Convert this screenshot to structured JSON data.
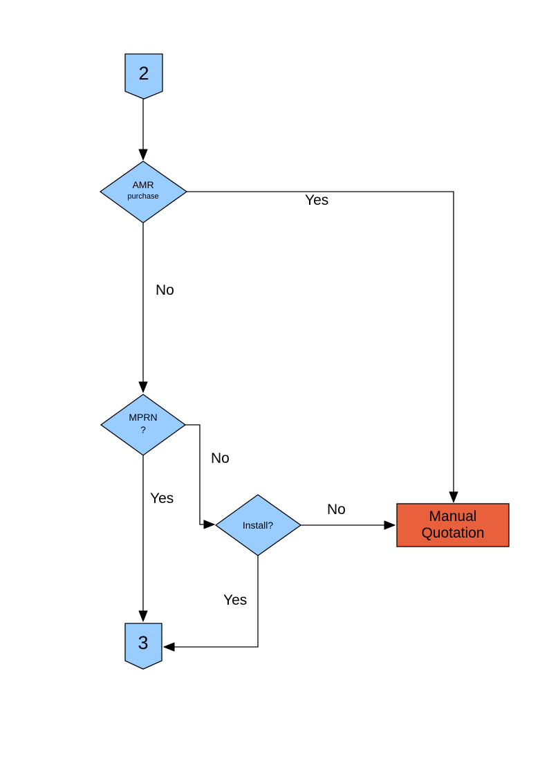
{
  "diagram": {
    "colors": {
      "background": "#FFFFFF",
      "node_fill": "#99CCFF",
      "node_stroke": "#000000",
      "manual_quotation_fill": "#E8613C",
      "connector_line": "#000000",
      "text": "#000000"
    },
    "nodes": {
      "connector_2": {
        "label": "2"
      },
      "amr_purchase": {
        "line1": "AMR",
        "line2": "purchase"
      },
      "mprn": {
        "line1": "MPRN",
        "line2": "?"
      },
      "install": {
        "label": "Install?"
      },
      "manual_quotation": {
        "line1": "Manual",
        "line2": "Quotation"
      },
      "connector_3": {
        "label": "3"
      }
    },
    "edges": [
      {
        "from": "connector_2",
        "to": "amr_purchase",
        "label": ""
      },
      {
        "from": "amr_purchase",
        "to": "manual_quotation",
        "label": "Yes"
      },
      {
        "from": "amr_purchase",
        "to": "mprn",
        "label": "No"
      },
      {
        "from": "mprn",
        "to": "install",
        "label": "No"
      },
      {
        "from": "mprn",
        "to": "connector_3",
        "label": "Yes"
      },
      {
        "from": "install",
        "to": "manual_quotation",
        "label": "No"
      },
      {
        "from": "install",
        "to": "connector_3",
        "label": "Yes"
      }
    ]
  }
}
